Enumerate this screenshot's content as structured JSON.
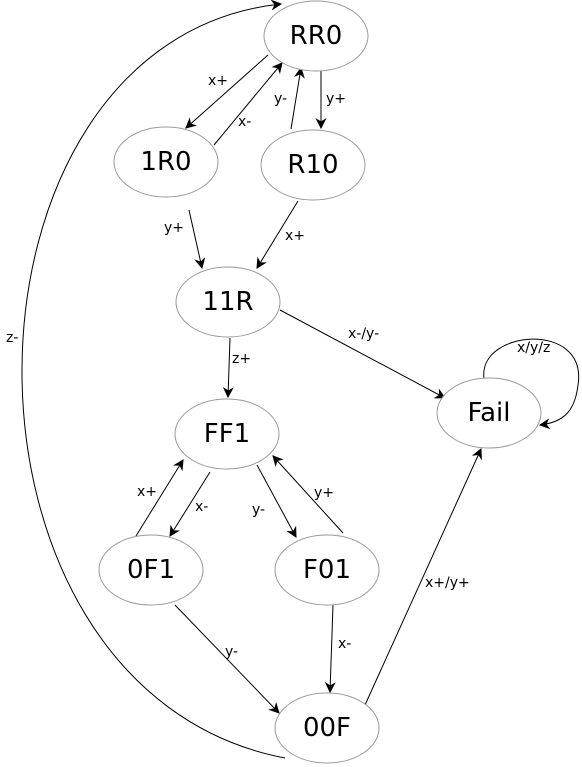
{
  "nodes": {
    "rr0": "RR0",
    "one_r0": "1R0",
    "r10": "R10",
    "eleven_r": "11R",
    "ff1": "FF1",
    "zero_f1": "0F1",
    "f01": "F01",
    "zero_zero_f": "00F",
    "fail": "Fail"
  },
  "edges": {
    "rr0_to_1r0": "x+",
    "1r0_to_rr0": "x-",
    "r10_to_rr0": "y-",
    "rr0_to_r10": "y+",
    "1r0_to_11r": "y+",
    "r10_to_11r": "x+",
    "11r_to_ff1": "z+",
    "11r_to_fail": "x-/y-",
    "fail_self_loop": "x/y/z",
    "0f1_to_ff1": "x+",
    "ff1_to_0f1": "x-",
    "ff1_to_f01": "y-",
    "f01_to_ff1": "y+",
    "0f1_to_00f": "y-",
    "f01_to_00f": "x-",
    "00f_to_fail": "x+/y+",
    "00f_to_rr0": "z-"
  }
}
